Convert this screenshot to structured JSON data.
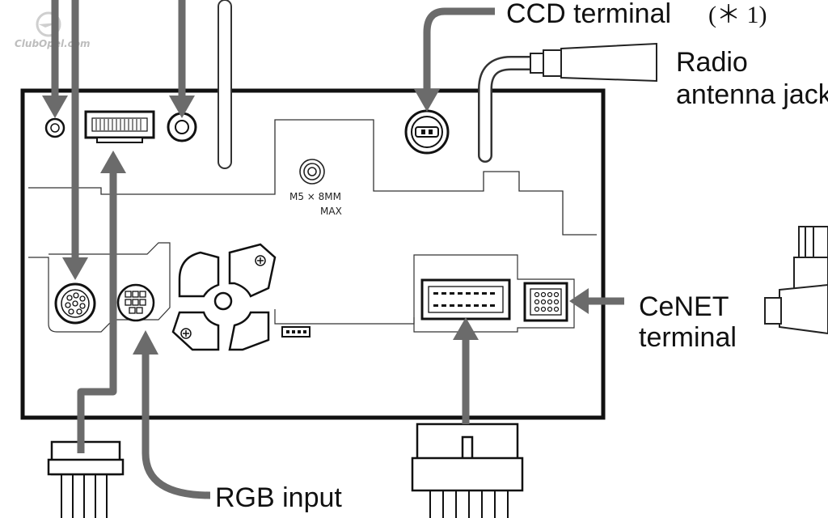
{
  "watermark": "ClubOpel.com",
  "labels": {
    "ccd_terminal": "CCD terminal",
    "ccd_note": "(＊ 1)",
    "radio_antenna_line1": "Radio",
    "radio_antenna_line2": "antenna jack",
    "cenet_line1": "CeNET",
    "cenet_line2": "terminal",
    "rgb_input": "RGB input",
    "screw_spec_line1": "M5 × 8MM",
    "screw_spec_line2": "MAX"
  },
  "colors": {
    "arrow": "#6b6b6b",
    "outline": "#111111",
    "background": "#ffffff"
  }
}
